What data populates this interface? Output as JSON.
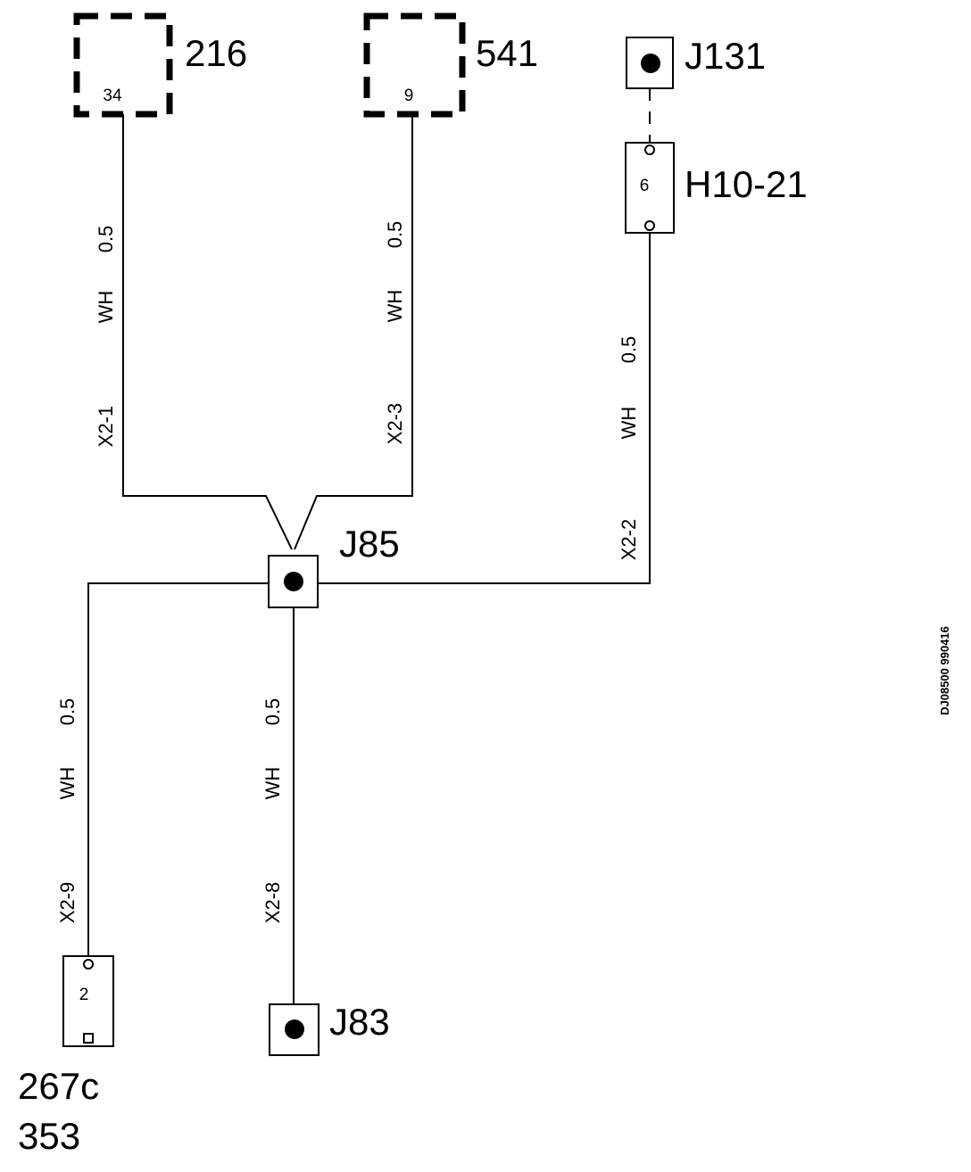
{
  "components": {
    "c216": {
      "label": "216",
      "pin": "34"
    },
    "c541": {
      "label": "541",
      "pin": "9"
    },
    "j131": {
      "label": "J131"
    },
    "h1021": {
      "label": "H10-21",
      "pin": "6"
    },
    "j85": {
      "label": "J85"
    },
    "j83": {
      "label": "J83"
    },
    "c267": {
      "label_line1": "267c",
      "label_line2": "353",
      "pin": "2"
    }
  },
  "wires": {
    "x2_1": {
      "id": "X2-1",
      "color": "WH",
      "gauge": "0.5"
    },
    "x2_3": {
      "id": "X2-3",
      "color": "WH",
      "gauge": "0.5"
    },
    "x2_2": {
      "id": "X2-2",
      "color": "WH",
      "gauge": "0.5"
    },
    "x2_9": {
      "id": "X2-9",
      "color": "WH",
      "gauge": "0.5"
    },
    "x2_8": {
      "id": "X2-8",
      "color": "WH",
      "gauge": "0.5"
    }
  },
  "drawing_code": "DJ08500 990416"
}
